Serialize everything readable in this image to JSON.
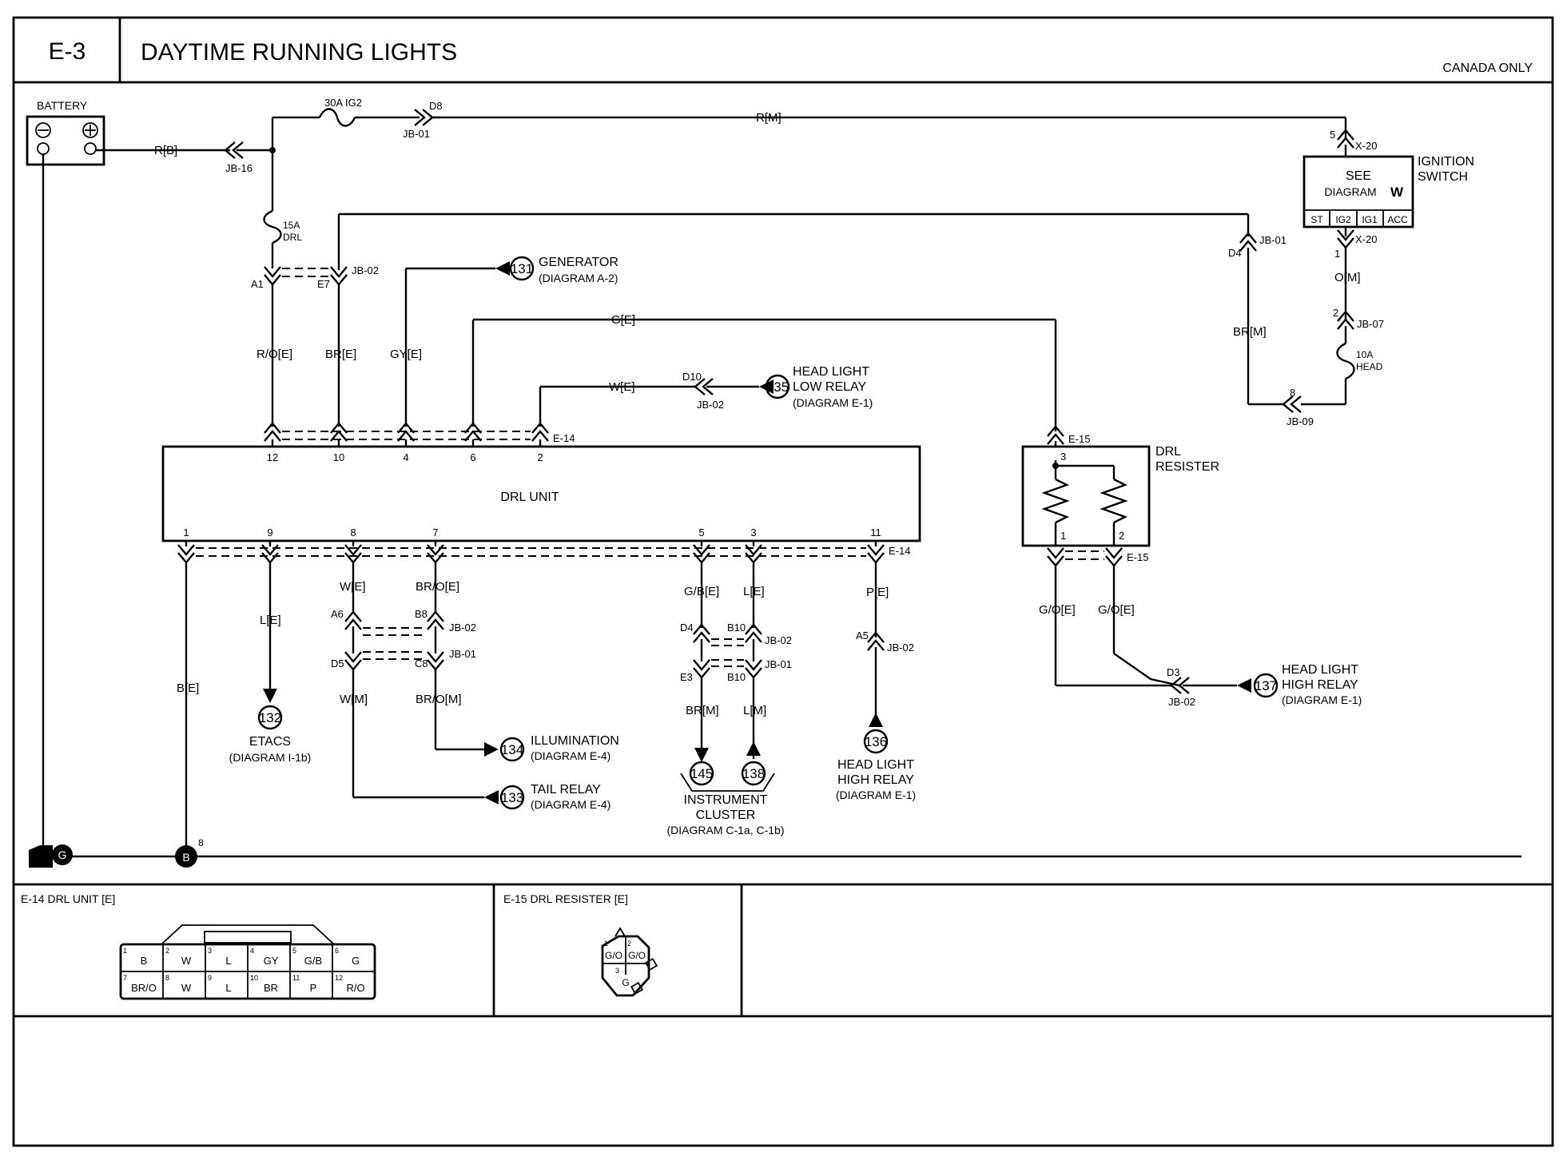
{
  "header": {
    "code": "E-3",
    "title": "DAYTIME RUNNING LIGHTS",
    "note": "CANADA ONLY"
  },
  "battery": {
    "label": "BATTERY",
    "neg": "⊖",
    "pos": "⊕"
  },
  "fuses": {
    "main": "30A IG2",
    "drl_amp": "15A",
    "drl_name": "DRL",
    "head_amp": "10A",
    "head_name": "HEAD"
  },
  "ignition": {
    "name_1": "IGNITION",
    "name_2": "SWITCH",
    "see": "SEE",
    "diagram": "DIAGRAM",
    "diagram_id": "W",
    "positions": [
      "ST",
      "IG2",
      "IG1",
      "ACC"
    ]
  },
  "wires": {
    "rb": "R[B]",
    "rm": "R[M]",
    "om": "O[M]",
    "ro_e": "R/O[E]",
    "br_e": "BR[E]",
    "gy_e": "GY[E]",
    "g_e": "G[E]",
    "w_e_top": "W[E]",
    "br_m_right": "BR[M]",
    "b_e": "B[E]",
    "l_e_etacs": "L[E]",
    "w_e_bottom": "W[E]",
    "br_o_e": "BR/O[E]",
    "w_m": "W[M]",
    "br_o_m": "BR/O[M]",
    "g_b_e": "G/B[E]",
    "l_e_cluster": "L[E]",
    "br_m_cluster": "BR[M]",
    "l_m": "L[M]",
    "p_e": "P[E]",
    "go_e_1": "G/O[E]",
    "go_e_2": "G/O[E]"
  },
  "connectors": {
    "jb16": "JB-16",
    "d8": "D8",
    "jb01_top": "JB-01",
    "pin5": "5",
    "x20_top": "X-20",
    "x20_bot": "X-20",
    "pin1": "1",
    "pin2": "2",
    "jb07": "JB-07",
    "pin8": "8",
    "jb09": "JB-09",
    "d4_right": "D4",
    "jb01_right": "JB-01",
    "a1": "A1",
    "e7": "E7",
    "jb02_a": "JB-02",
    "d10": "D10",
    "jb02_d10": "JB-02",
    "e14_top": "E-14",
    "e14_bot": "E-14",
    "e15_top": "E-15",
    "e15_bot": "E-15",
    "a6": "A6",
    "b8": "B8",
    "jb02_b8": "JB-02",
    "d5": "D5",
    "c8": "C8",
    "jb01_c8": "JB-01",
    "d4_left": "D4",
    "b10_a": "B10",
    "jb02_b10": "JB-02",
    "e3": "E3",
    "b10_b": "B10",
    "jb01_b10": "JB-01",
    "a5": "A5",
    "jb02_a5": "JB-02",
    "d3": "D3",
    "jb02_d3": "JB-02",
    "ground_b_pin": "8"
  },
  "drl_unit": {
    "name": "DRL UNIT",
    "top_pins": [
      "12",
      "10",
      "4",
      "6",
      "2"
    ],
    "bottom_pins": [
      "1",
      "9",
      "8",
      "7",
      "5",
      "3",
      "11"
    ]
  },
  "drl_resister": {
    "name_1": "DRL",
    "name_2": "RESISTER",
    "pin3": "3",
    "pin1": "1",
    "pin2": "2"
  },
  "refs": {
    "r131": "131",
    "r135": "135",
    "r132": "132",
    "r134": "134",
    "r133": "133",
    "r145": "145",
    "r138": "138",
    "r136": "136",
    "r137": "137"
  },
  "components": {
    "generator": "GENERATOR",
    "generator_diag": "(DIAGRAM  A-2)",
    "hl_low_1": "HEAD LIGHT",
    "hl_low_2": "LOW RELAY",
    "hl_low_diag": "(DIAGRAM  E-1)",
    "etacs": "ETACS",
    "etacs_diag": "(DIAGRAM  I-1b)",
    "illumination": "ILLUMINATION",
    "illumination_diag": "(DIAGRAM  E-4)",
    "tail_relay": "TAIL RELAY",
    "tail_relay_diag": "(DIAGRAM  E-4)",
    "cluster_1": "INSTRUMENT",
    "cluster_2": "CLUSTER",
    "cluster_diag": "(DIAGRAM  C-1a,  C-1b)",
    "hl_high_1": "HEAD LIGHT",
    "hl_high_2": "HIGH  RELAY",
    "hl_high_diag": "(DIAGRAM  E-1)",
    "hl_high_r_1": "HEAD LIGHT",
    "hl_high_r_2": "HIGH  RELAY",
    "hl_high_r_diag": "(DIAGRAM  E-1)"
  },
  "grounds": {
    "g": "G",
    "b": "B"
  },
  "footer": {
    "e14_title": "E-14 DRL UNIT [E]",
    "e15_title": "E-15 DRL RESISTER [E]",
    "e14_pins": [
      {
        "n": "1",
        "c": "B"
      },
      {
        "n": "2",
        "c": "W"
      },
      {
        "n": "3",
        "c": "L"
      },
      {
        "n": "4",
        "c": "GY"
      },
      {
        "n": "5",
        "c": "G/B"
      },
      {
        "n": "6",
        "c": "G"
      },
      {
        "n": "7",
        "c": "BR/O"
      },
      {
        "n": "8",
        "c": "W"
      },
      {
        "n": "9",
        "c": "L"
      },
      {
        "n": "10",
        "c": "BR"
      },
      {
        "n": "11",
        "c": "P"
      },
      {
        "n": "12",
        "c": "R/O"
      }
    ],
    "e15_pins": [
      {
        "n": "1",
        "c": "G/O"
      },
      {
        "n": "2",
        "c": "G/O"
      },
      {
        "n": "3",
        "c": "G"
      }
    ]
  }
}
